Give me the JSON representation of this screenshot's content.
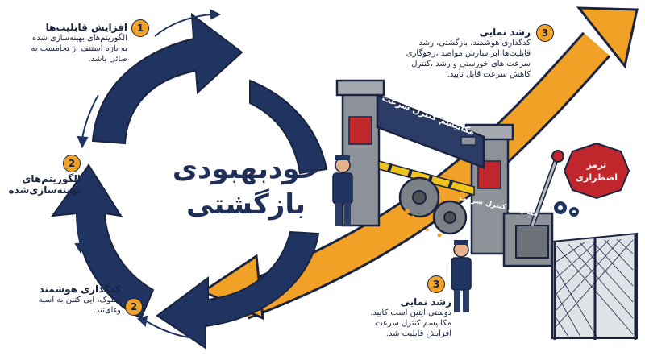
{
  "center": {
    "line1": "خودبهبودی",
    "line2": "بازگشتی"
  },
  "steps": [
    {
      "number": "1",
      "title": "افزایش قابلیت‌ها",
      "body": [
        "الگوریتم‌های بهینه‌سازی شده",
        "به بازه استنف از تجامست به",
        "صائی باشد."
      ]
    },
    {
      "number": "2",
      "title": "الگوریتم‌های",
      "title2": "بهینه‌سازی‌شده",
      "body": []
    },
    {
      "number": "2",
      "title": "کدگذاری هوشمند",
      "body": [
        "احلوک، ایی کتنن به اسبه",
        "و‌ءا‌ی‌تند."
      ]
    },
    {
      "number": "3",
      "title": "رشد نمایی",
      "body": [
        "کدگذاری هوشمند، بازگشتی، رشد",
        "قابلیت‌ها ابر سارش مواصد ،رجوگاری",
        "سرعت های خورستی و رشد ،کنترل",
        "کاهش سرعت قابل تأیید."
      ]
    },
    {
      "number": "3",
      "title": "رشد نمایی",
      "body": [
        "دوستی ایتین است کایید.",
        "مکانیسم کنترل سرعت",
        "افزایش قابلیت شد."
      ]
    }
  ],
  "gate_sign": {
    "line1": "مکانیسم کنترل سرعت",
    "line2": "مکانیسم کنترل سرعت"
  },
  "emergency_brake": {
    "line1": "ترمز",
    "line2": "اضطراری"
  },
  "colors": {
    "navy": "#1f3461",
    "orange": "#f0a126",
    "red": "#c0272d",
    "gray": "#8d9299"
  }
}
